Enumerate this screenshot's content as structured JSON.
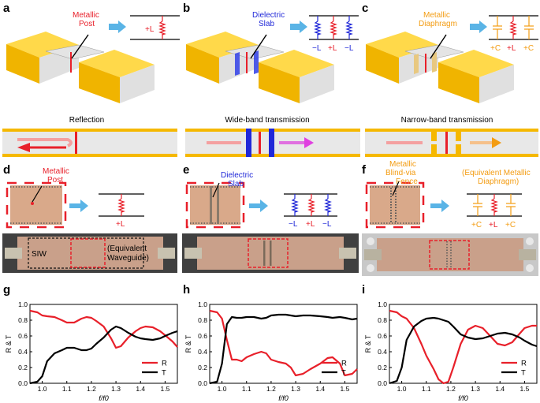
{
  "panels": {
    "a": {
      "label": "a",
      "annotation_line1": "Metallic",
      "annotation_line2": "Post",
      "circuit_label": "+L",
      "caption": "Reflection"
    },
    "b": {
      "label": "b",
      "annotation_line1": "Dielectric",
      "annotation_line2": "Slab",
      "circuit_labels": [
        "−L",
        "+L",
        "−L"
      ],
      "caption": "Wide-band transmission"
    },
    "c": {
      "label": "c",
      "annotation_line1": "Metallic",
      "annotation_line2": "Diaphragm",
      "circuit_labels": [
        "+C",
        "+L",
        "+C"
      ],
      "caption": "Narrow-band transmission"
    },
    "d": {
      "label": "d",
      "annotation_line1": "Metallic",
      "annotation_line2": "Post",
      "circuit_label": "+L",
      "photo_label_left": "SIW",
      "photo_label_right_line1": "(Equivalent",
      "photo_label_right_line2": "Waveguide)"
    },
    "e": {
      "label": "e",
      "annotation_line1": "Dielectric",
      "annotation_line2": "Slab",
      "circuit_labels": [
        "−L",
        "+L",
        "−L"
      ]
    },
    "f": {
      "label": "f",
      "annotation_line1": "Metallic",
      "annotation_line2": "Blind-via",
      "annotation_line3": "Fence",
      "note_line1": "(Equivalent Metallic",
      "note_line2": "Diaphragm)",
      "circuit_labels": [
        "+C",
        "+L",
        "+C"
      ]
    },
    "g": {
      "label": "g"
    },
    "h": {
      "label": "h"
    },
    "i": {
      "label": "i"
    }
  },
  "colors": {
    "gold": "#f5b800",
    "red": "#e8202a",
    "blue": "#2028d8",
    "orange": "#f39c12",
    "arrow": "#5ab4e6"
  },
  "chart_data": [
    {
      "type": "line",
      "panel": "g",
      "xlabel": "f/f0",
      "ylabel": "R & T",
      "xlim": [
        0.95,
        1.55
      ],
      "ylim": [
        0,
        1.0
      ],
      "xticks": [
        "1.0",
        "1.1",
        "1.2",
        "1.3",
        "1.4",
        "1.5"
      ],
      "yticks": [
        "0.0",
        "0.2",
        "0.4",
        "0.6",
        "0.8",
        "1.0"
      ],
      "legend_position": "bottom-right",
      "series": [
        {
          "name": "R",
          "color": "#e8202a",
          "x": [
            0.95,
            0.98,
            1.0,
            1.02,
            1.05,
            1.08,
            1.1,
            1.13,
            1.16,
            1.18,
            1.2,
            1.22,
            1.25,
            1.28,
            1.3,
            1.32,
            1.35,
            1.38,
            1.4,
            1.42,
            1.45,
            1.48,
            1.5,
            1.53,
            1.55
          ],
          "y": [
            0.92,
            0.9,
            0.86,
            0.85,
            0.84,
            0.8,
            0.77,
            0.77,
            0.82,
            0.84,
            0.83,
            0.79,
            0.72,
            0.57,
            0.45,
            0.47,
            0.58,
            0.66,
            0.7,
            0.72,
            0.71,
            0.66,
            0.61,
            0.53,
            0.46
          ]
        },
        {
          "name": "T",
          "color": "#000000",
          "x": [
            0.95,
            0.98,
            1.0,
            1.02,
            1.05,
            1.08,
            1.1,
            1.13,
            1.16,
            1.18,
            1.2,
            1.22,
            1.25,
            1.28,
            1.3,
            1.32,
            1.35,
            1.38,
            1.4,
            1.42,
            1.45,
            1.48,
            1.5,
            1.53,
            1.55
          ],
          "y": [
            0.0,
            0.02,
            0.09,
            0.28,
            0.38,
            0.42,
            0.45,
            0.45,
            0.42,
            0.42,
            0.44,
            0.5,
            0.58,
            0.68,
            0.72,
            0.7,
            0.64,
            0.59,
            0.57,
            0.56,
            0.55,
            0.57,
            0.6,
            0.64,
            0.66
          ]
        }
      ]
    },
    {
      "type": "line",
      "panel": "h",
      "xlabel": "f/f0",
      "ylabel": "R & T",
      "xlim": [
        0.95,
        1.55
      ],
      "ylim": [
        0,
        1.0
      ],
      "xticks": [
        "1.0",
        "1.1",
        "1.2",
        "1.3",
        "1.4",
        "1.5"
      ],
      "yticks": [
        "0.0",
        "0.2",
        "0.4",
        "0.6",
        "0.8",
        "1.0"
      ],
      "legend_position": "bottom-right",
      "series": [
        {
          "name": "R",
          "color": "#e8202a",
          "x": [
            0.95,
            0.98,
            1.0,
            1.02,
            1.04,
            1.06,
            1.08,
            1.1,
            1.13,
            1.16,
            1.18,
            1.2,
            1.23,
            1.26,
            1.28,
            1.3,
            1.33,
            1.36,
            1.4,
            1.43,
            1.45,
            1.48,
            1.5,
            1.53,
            1.55
          ],
          "y": [
            0.92,
            0.9,
            0.82,
            0.55,
            0.3,
            0.3,
            0.28,
            0.33,
            0.37,
            0.4,
            0.38,
            0.3,
            0.27,
            0.25,
            0.2,
            0.1,
            0.12,
            0.18,
            0.25,
            0.32,
            0.33,
            0.25,
            0.1,
            0.12,
            0.18
          ]
        },
        {
          "name": "T",
          "color": "#000000",
          "x": [
            0.95,
            0.98,
            1.0,
            1.02,
            1.04,
            1.06,
            1.08,
            1.1,
            1.13,
            1.16,
            1.18,
            1.2,
            1.23,
            1.26,
            1.28,
            1.3,
            1.33,
            1.36,
            1.4,
            1.43,
            1.45,
            1.48,
            1.5,
            1.53,
            1.55
          ],
          "y": [
            0.0,
            0.02,
            0.25,
            0.75,
            0.84,
            0.83,
            0.83,
            0.84,
            0.84,
            0.82,
            0.83,
            0.86,
            0.87,
            0.87,
            0.86,
            0.85,
            0.86,
            0.86,
            0.85,
            0.84,
            0.83,
            0.84,
            0.83,
            0.81,
            0.82
          ]
        }
      ]
    },
    {
      "type": "line",
      "panel": "i",
      "xlabel": "f/f0",
      "ylabel": "R & T",
      "xlim": [
        0.95,
        1.55
      ],
      "ylim": [
        0,
        1.0
      ],
      "xticks": [
        "1.0",
        "1.1",
        "1.2",
        "1.3",
        "1.4",
        "1.5"
      ],
      "yticks": [
        "0.0",
        "0.2",
        "0.4",
        "0.6",
        "0.8",
        "1.0"
      ],
      "legend_position": "bottom-right",
      "series": [
        {
          "name": "R",
          "color": "#e8202a",
          "x": [
            0.95,
            0.98,
            1.0,
            1.02,
            1.05,
            1.08,
            1.1,
            1.13,
            1.15,
            1.17,
            1.19,
            1.21,
            1.24,
            1.27,
            1.3,
            1.33,
            1.36,
            1.39,
            1.42,
            1.45,
            1.48,
            1.5,
            1.53,
            1.55
          ],
          "y": [
            0.92,
            0.9,
            0.85,
            0.82,
            0.7,
            0.5,
            0.35,
            0.18,
            0.05,
            0.0,
            0.02,
            0.2,
            0.5,
            0.68,
            0.73,
            0.7,
            0.6,
            0.5,
            0.48,
            0.52,
            0.63,
            0.7,
            0.73,
            0.73
          ]
        },
        {
          "name": "T",
          "color": "#000000",
          "x": [
            0.95,
            0.98,
            1.0,
            1.02,
            1.05,
            1.08,
            1.1,
            1.13,
            1.15,
            1.17,
            1.19,
            1.21,
            1.24,
            1.27,
            1.3,
            1.33,
            1.36,
            1.39,
            1.42,
            1.45,
            1.48,
            1.5,
            1.53,
            1.55
          ],
          "y": [
            0.0,
            0.03,
            0.2,
            0.55,
            0.72,
            0.79,
            0.82,
            0.83,
            0.82,
            0.8,
            0.78,
            0.72,
            0.62,
            0.58,
            0.56,
            0.57,
            0.6,
            0.63,
            0.64,
            0.62,
            0.58,
            0.54,
            0.49,
            0.47
          ]
        }
      ]
    }
  ]
}
